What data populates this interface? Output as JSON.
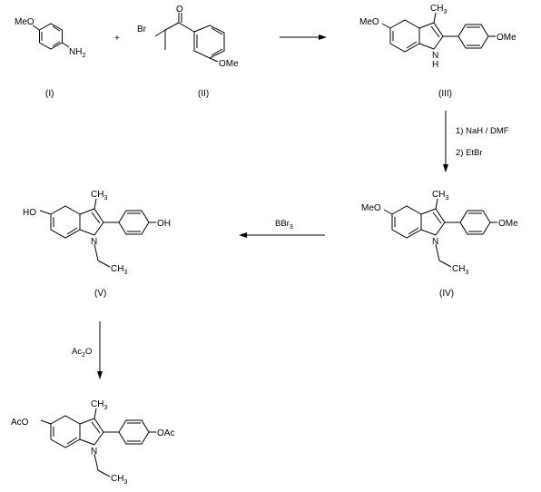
{
  "compound_labels": {
    "I": "(I)",
    "II": "(II)",
    "III": "(III)",
    "IV": "(IV)",
    "V": "(V)"
  },
  "plus_sign": "+",
  "reagents": {
    "step_III_IV_line1": "1) NaH / DMF",
    "step_III_IV_line2": "2) EtBr",
    "step_IV_V": "BBr",
    "step_IV_V_sub": "3",
    "step_V_VI_pre": "Ac",
    "step_V_VI_sub": "2",
    "step_V_VI_post": "O"
  },
  "atoms": {
    "MeO": "MeO",
    "OMe": "OMe",
    "NH": "NH",
    "sub2": "2",
    "sub3": "3",
    "Br": "Br",
    "O": "O",
    "CH": "CH",
    "N": "N",
    "H": "H",
    "HO": "HO",
    "OH": "OH",
    "AcO": "AcO",
    "OAc": "OAc"
  }
}
